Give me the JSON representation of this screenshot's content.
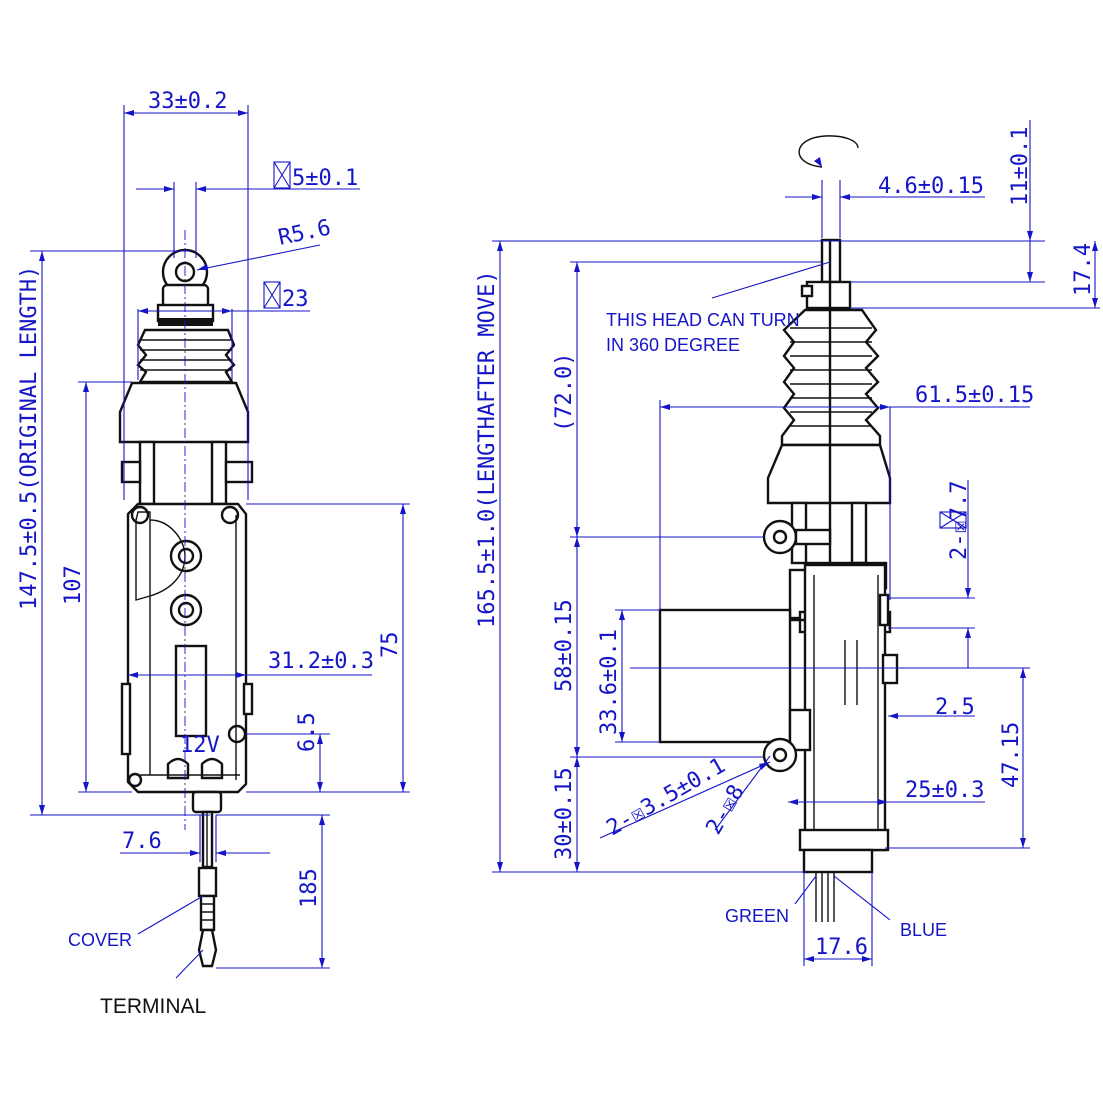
{
  "colors": {
    "dimension": "#1515c8",
    "part": "#111111",
    "background": "#ffffff"
  },
  "left_view": {
    "dims": {
      "width_33": "33±0.2",
      "square_5": "5±0.1",
      "radius": "R5.6",
      "square_23": "23",
      "original_length": "147.5±0.5(ORIGINAL LENGTH)",
      "d107": "107",
      "d75": "75",
      "d31": "31.2±0.3",
      "d65": "6.5",
      "d76": "7.6",
      "d185": "185",
      "voltage": "12V"
    },
    "labels": {
      "cover": "COVER",
      "terminal": "TERMINAL"
    }
  },
  "right_view": {
    "dims": {
      "d46": "4.6±0.15",
      "d11": "11±0.1",
      "d174": "17.4",
      "d165": "165.5±1.0(LENGTHAFTER MOVE)",
      "d72": "(72.0)",
      "d615": "61.5±0.15",
      "d77": "2-☒7.7",
      "d58": "58±0.15",
      "d336": "33.6±0.1",
      "d25": "2.5",
      "d4715": "47.15",
      "d30": "30±0.15",
      "d35": "2-☒3.5±0.1",
      "d8": "2-☒8",
      "d253": "25±0.3",
      "d176": "17.6"
    },
    "notes": {
      "head_line1": "THIS HEAD CAN TURN",
      "head_line2": "IN 360 DEGREE"
    },
    "labels": {
      "green": "GREEN",
      "blue": "BLUE"
    }
  }
}
